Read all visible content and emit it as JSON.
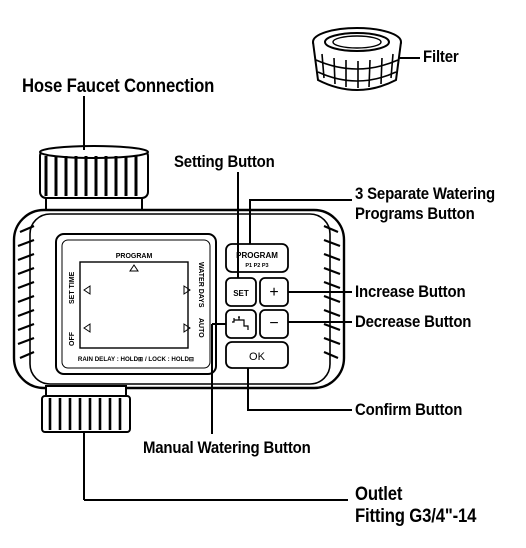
{
  "labels": {
    "filter": "Filter",
    "hose_faucet_connection": "Hose Faucet Connection",
    "setting_button": "Setting Button",
    "programs_button_line1": "3 Separate Watering",
    "programs_button_line2": "Programs Button",
    "increase_button": "Increase Button",
    "decrease_button": "Decrease Button",
    "confirm_button": "Confirm Button",
    "manual_watering_button": "Manual Watering Button",
    "outlet_line1": "Outlet",
    "outlet_line2": "Fitting G3/4\"-14"
  },
  "screen": {
    "program": "PROGRAM",
    "set_time": "SET TIME",
    "off": "OFF",
    "water_days": "WATER DAYS",
    "auto": "AUTO",
    "footer": "RAIN DELAY : HOLD⊞ / LOCK : HOLD⊟"
  },
  "buttons": {
    "program": "PROGRAM",
    "program_sub": "P1   P2   P3",
    "set": "SET",
    "plus": "+",
    "minus": "−",
    "ok": "OK"
  },
  "icons": {
    "manual": "faucet-icon",
    "triangle_up": "triangle-up-icon",
    "triangle_left": "triangle-left-icon",
    "triangle_right": "triangle-right-icon"
  }
}
